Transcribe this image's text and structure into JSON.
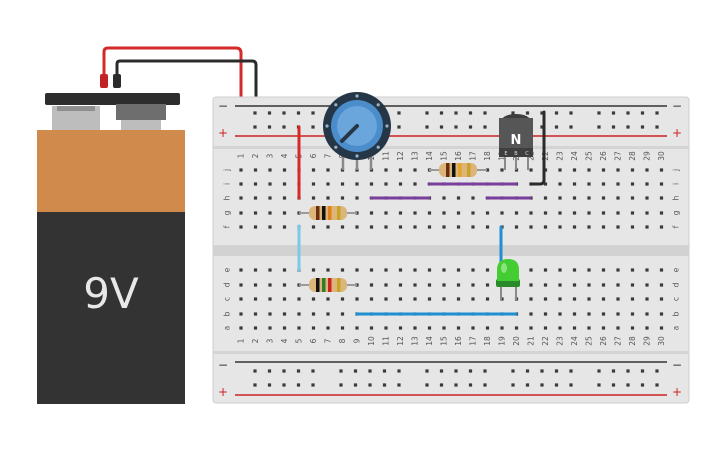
{
  "battery": {
    "label": "9V",
    "top_color": "#2d2d2d",
    "upper_color": "#d08a4c",
    "body_color": "#333333",
    "label_color": "#e8e8e8"
  },
  "breadboard": {
    "columns": 30,
    "top_row_letters": [
      "j",
      "i",
      "h",
      "g",
      "f"
    ],
    "bottom_row_letters": [
      "e",
      "d",
      "c",
      "b",
      "a"
    ],
    "rail_plus": "+",
    "rail_minus": "−",
    "board_color": "#e6e6e6",
    "hole_color": "#3a3a3a",
    "rail_red": "#cc2222",
    "rail_dark": "#333333"
  },
  "transistor": {
    "label": "N",
    "pins": [
      "E",
      "B",
      "C"
    ]
  },
  "components": [
    {
      "kind": "potentiometer",
      "name": "potentiometer"
    },
    {
      "kind": "npn-transistor",
      "name": "transistor"
    },
    {
      "kind": "resistor",
      "name": "resistor-top",
      "bands": [
        "#6b2d10",
        "#111111",
        "#e2a42a",
        "#c9a227"
      ]
    },
    {
      "kind": "resistor",
      "name": "resistor-middle",
      "bands": [
        "#6b2d10",
        "#111111",
        "#e2801a",
        "#c9a227"
      ]
    },
    {
      "kind": "resistor",
      "name": "resistor-bottom",
      "bands": [
        "#111111",
        "#2f7d2f",
        "#cc2222",
        "#c9a227"
      ]
    },
    {
      "kind": "led",
      "name": "led",
      "color": "#44cc33"
    }
  ],
  "wire_colors": {
    "red": "#d42a2a",
    "black": "#2b2b2b",
    "purple": "#7a3f9d",
    "blue": "#1f8fd1",
    "light_blue": "#7cc8e6"
  }
}
